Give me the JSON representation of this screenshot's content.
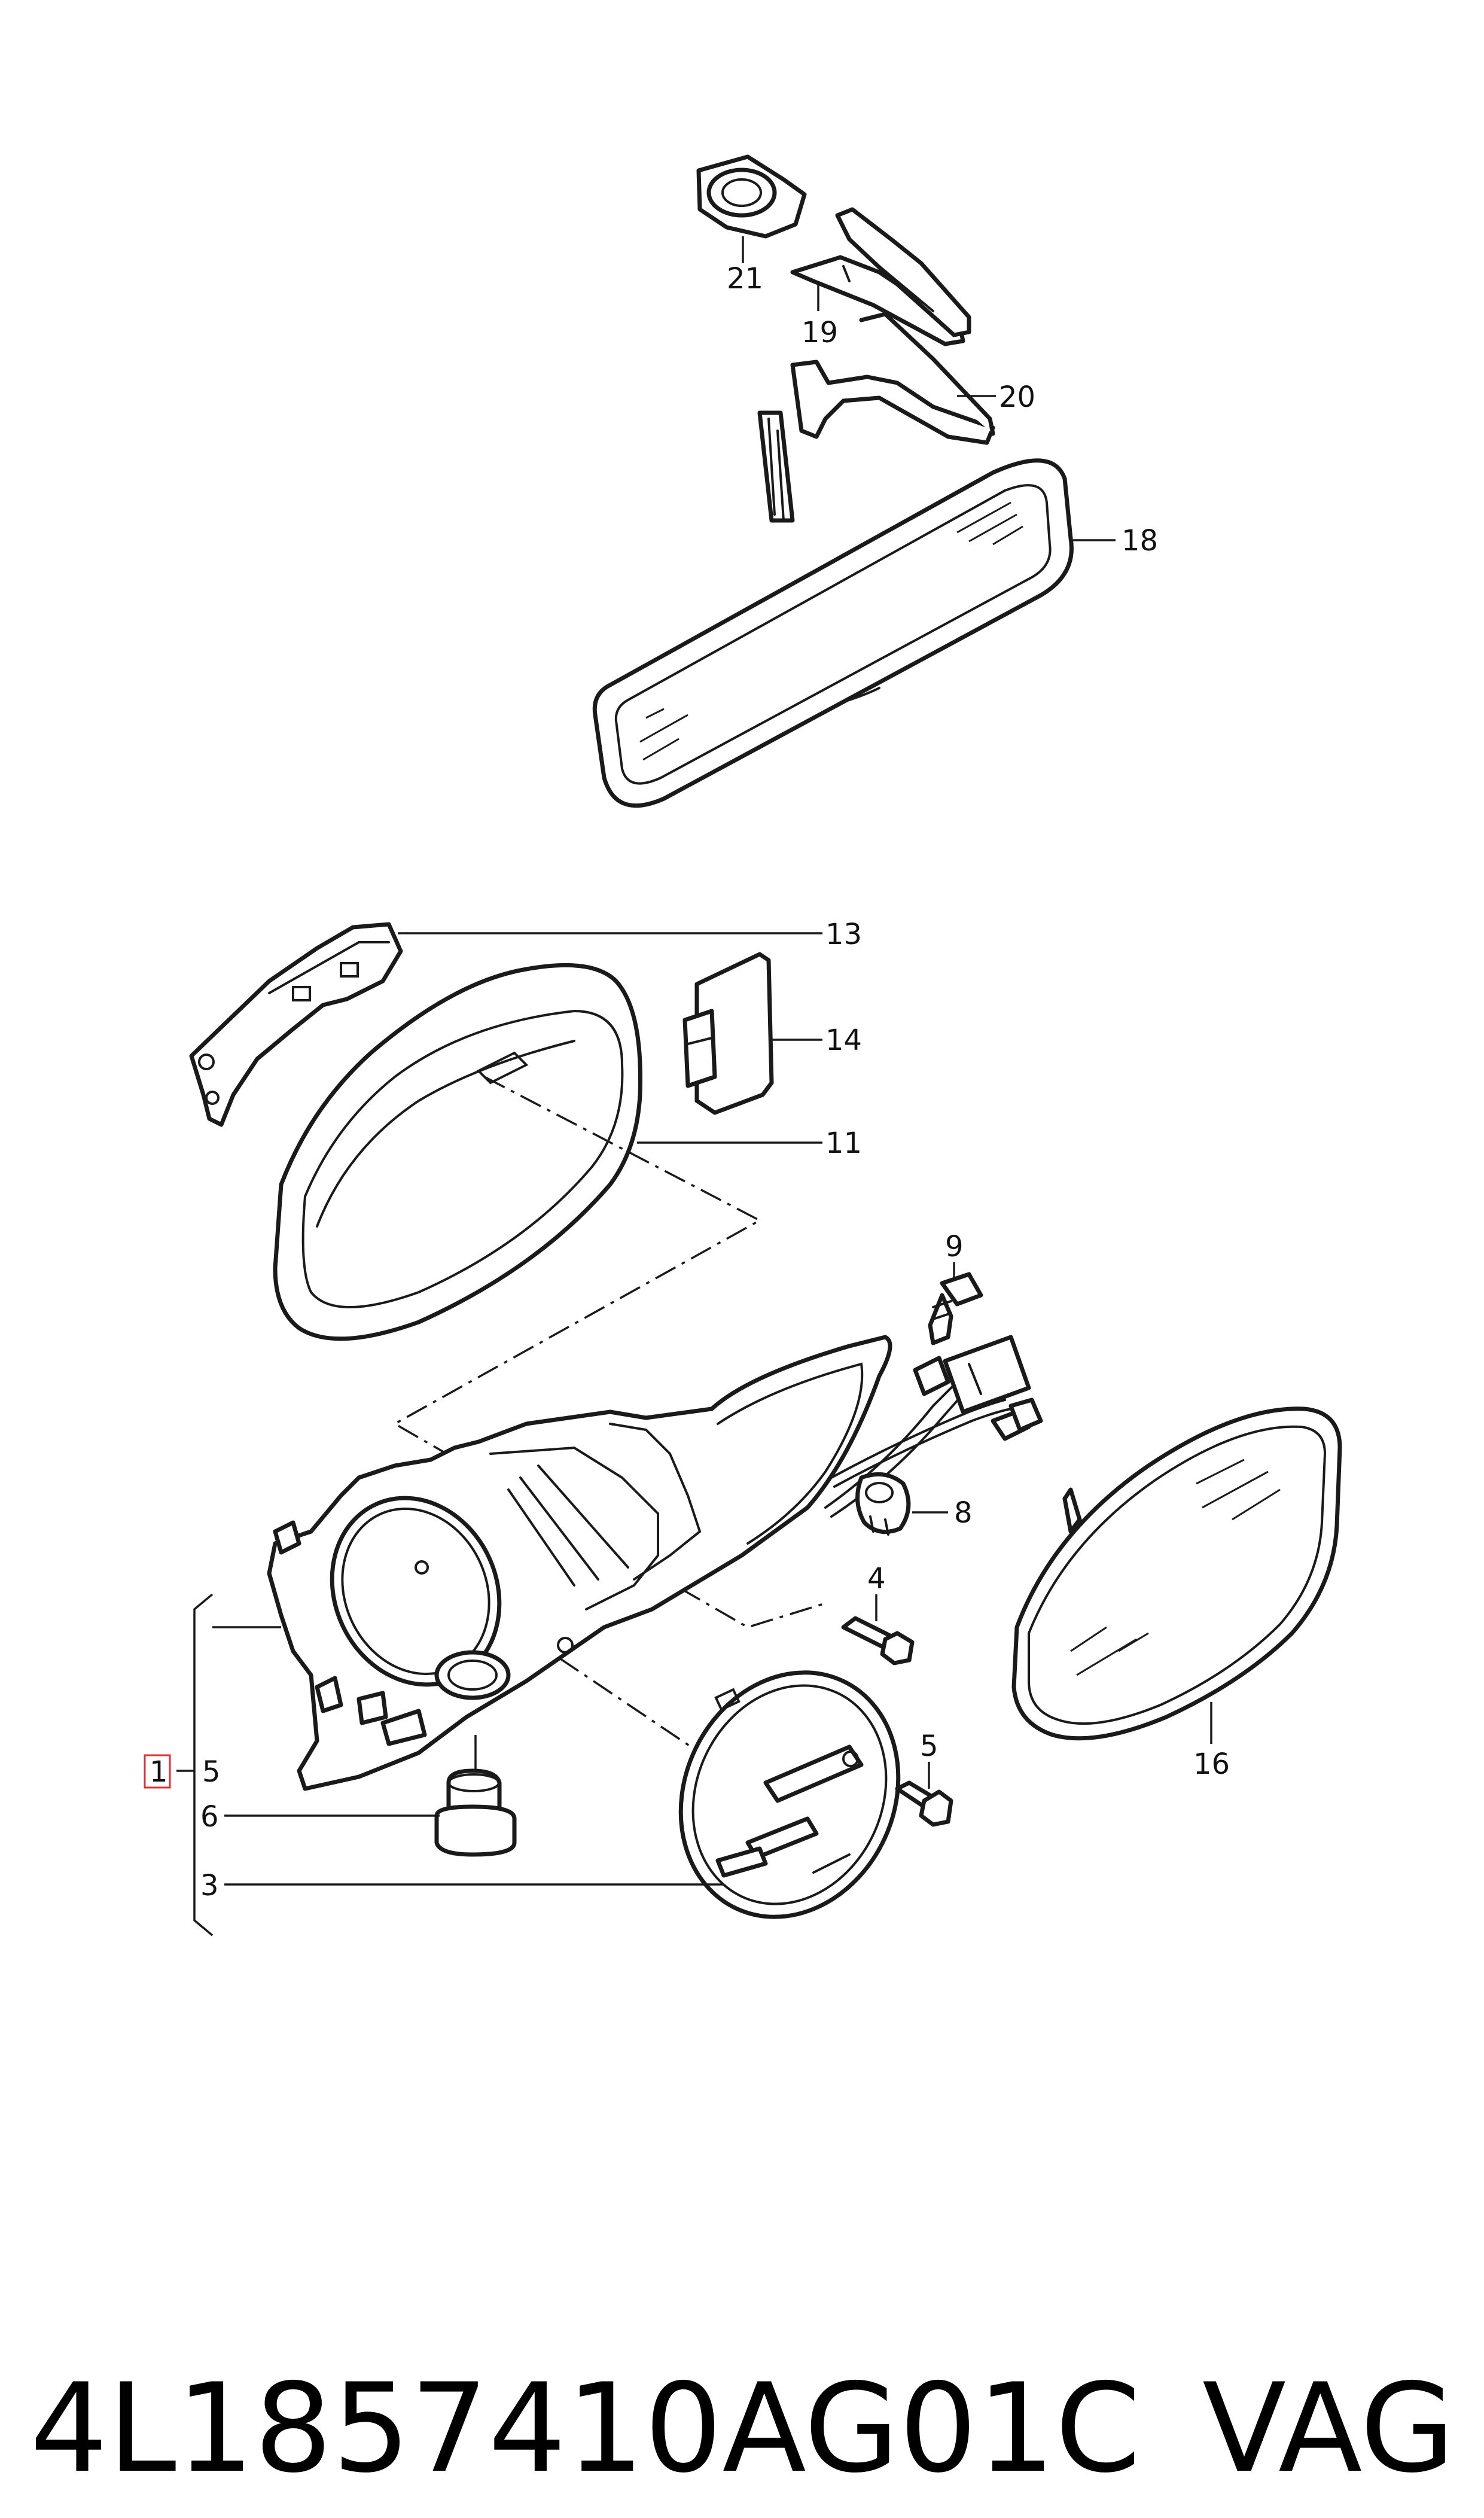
{
  "diagram": {
    "callouts": {
      "c21": "21",
      "c19": "19",
      "c20": "20",
      "c18": "18",
      "c13": "13",
      "c14": "14",
      "c11": "11",
      "c9": "9",
      "c8": "8",
      "c4": "4",
      "c16": "16",
      "c1": "1",
      "c5a": "5",
      "c5b": "5",
      "c6": "6",
      "c3": "3"
    },
    "highlight_color": "#e0303a"
  },
  "footer": {
    "part_number": "4L1857410AG01C",
    "brand": "VAG"
  }
}
